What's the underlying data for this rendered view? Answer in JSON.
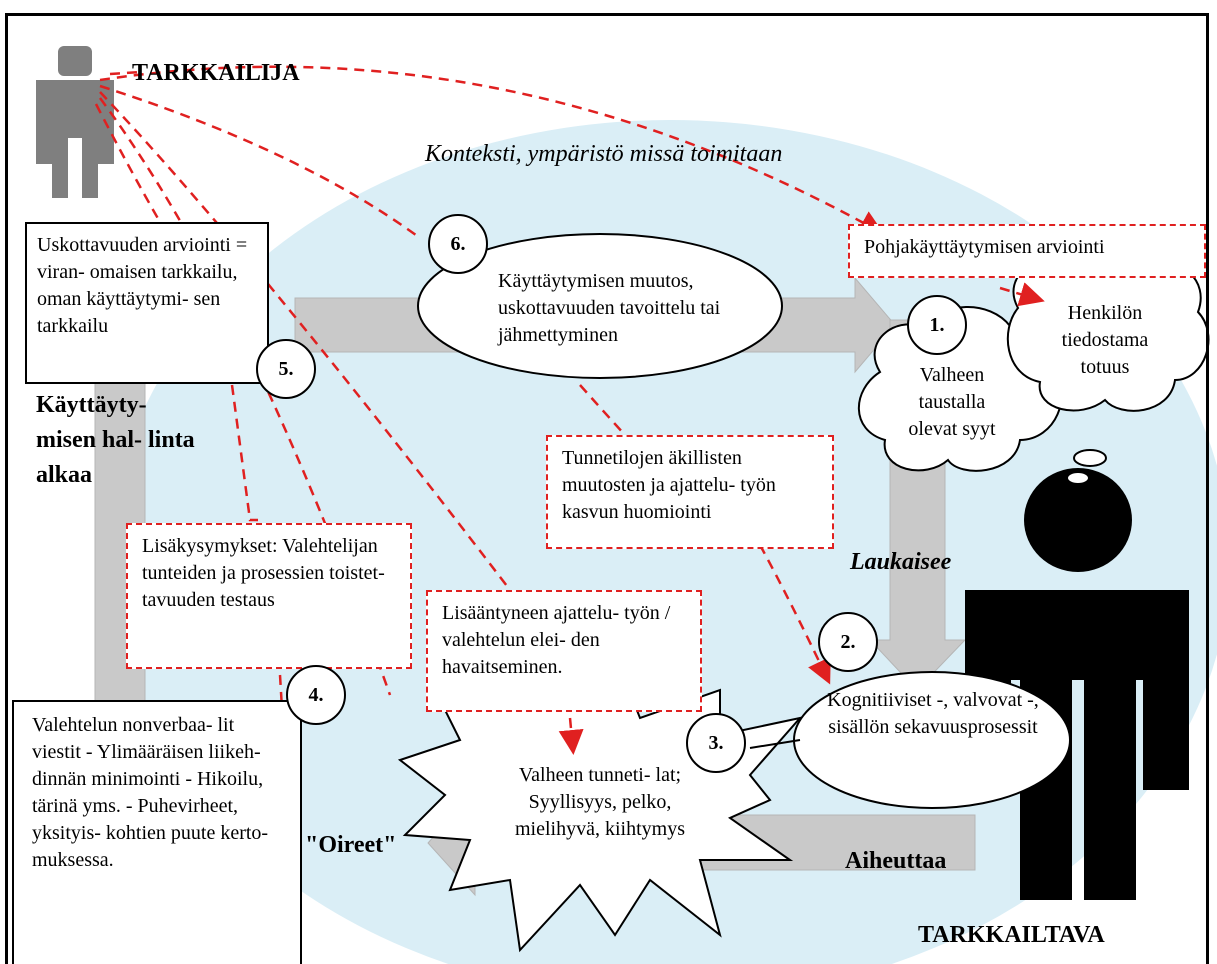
{
  "colors": {
    "dash_red": "#e02020",
    "context_blue": "#daeef6",
    "arrow_gray": "#c9c9c9",
    "person_gray": "#7f7f7f",
    "person_black": "#000000"
  },
  "labels": {
    "observer": "TARKKAILIJA",
    "observed": "TARKKAILTAVA",
    "context": "Konteksti, ympäristö missä toimitaan",
    "behavior_control": "Käyttäyty- misen hal- linta alkaa",
    "triggers": "Laukaisee",
    "causes": "Aiheuttaa",
    "symptoms": "\"Oireet\""
  },
  "steps": {
    "s1": "1.",
    "s2": "2.",
    "s3": "3.",
    "s4": "4.",
    "s5": "5.",
    "s6": "6."
  },
  "boxes": {
    "credibility": "Uskottavuuden arviointi = viran- omaisen tarkkailu, oman käyttäytymi- sen tarkkailu",
    "baseline": "Pohjakäyttäytymisen arviointi",
    "emotion_changes": "Tunnetilojen äkillisten muutosten ja ajattelu- työn kasvun huomiointi",
    "extra_questions": "Lisäkysymykset: Valehtelijan tunteiden ja prosessien toistet- tavuuden testaus",
    "increased_thinking": "Lisääntyneen ajattelu- työn / valehtelun elei- den havaitseminen.",
    "nonverbal": "Valehtelun nonverbaa- lit viestit - Ylimääräisen liikeh- dinnän minimointi - Hikoilu, tärinä yms. - Puhevirheet, yksityis- kohtien puute kerto- muksessa."
  },
  "bubbles": {
    "behavior_change": "Käyttäytymisen muutos, uskottavuuden tavoittelu tai jähmettyminen",
    "cognitive": "Kognitiiviset -, valvovat -, sisällön sekavuusprosessit",
    "emotions": "Valheen tunneti- lat; Syyllisyys, pelko, mielihyvä, kiihtymys",
    "reasons": "Valheen taustalla olevat syyt",
    "truth": "Henkilön tiedostama totuus"
  }
}
